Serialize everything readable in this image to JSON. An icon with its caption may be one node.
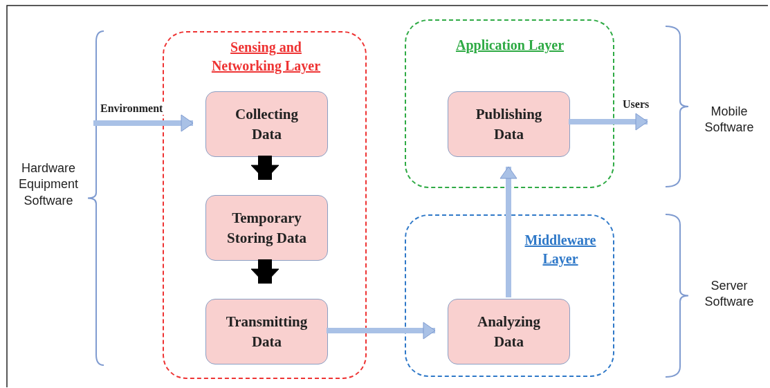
{
  "diagram": {
    "nodes": [
      {
        "text": [
          "Sensing and Networking Layer"
        ]
      },
      {
        "text": [
          "Collecting Data"
        ],
        "in": 0
      },
      {
        "text": [
          "Temporary Storing Data"
        ],
        "in": 0
      },
      {
        "text": [
          "Transmitting Data"
        ],
        "in": 0
      },
      {
        "text": [
          "Application Layer"
        ]
      },
      {
        "text": [
          "Publishing Data"
        ],
        "in": 4
      },
      {
        "text": [
          "Middleware Layer"
        ]
      },
      {
        "text": [
          "Analyzing Data"
        ],
        "in": 6
      }
    ],
    "edges": [
      {
        "from": null,
        "to": 1,
        "arrow": "to",
        "label": "Environment"
      },
      {
        "from": 1,
        "to": 2,
        "arrow": "to",
        "style": "thick",
        "color": "#000000"
      },
      {
        "from": 2,
        "to": 3,
        "arrow": "to",
        "style": "thick",
        "color": "#000000"
      },
      {
        "from": 3,
        "to": 7,
        "arrow": "to"
      },
      {
        "from": 7,
        "to": 5,
        "arrow": "to"
      },
      {
        "from": 5,
        "to": null,
        "arrow": "to",
        "label": "Users"
      }
    ],
    "labels": [
      "Hardware Equipment Software",
      "Mobile Software",
      "Server Software"
    ]
  }
}
